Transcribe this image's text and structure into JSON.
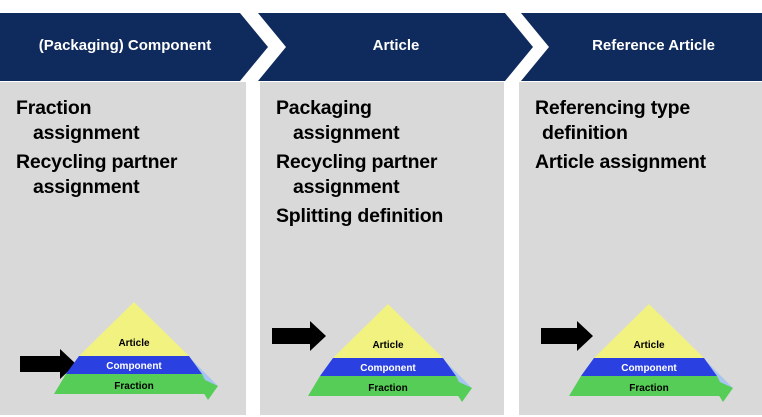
{
  "columns": [
    {
      "header": "(Packaging) Component",
      "items": [
        {
          "line1": "Fraction",
          "line2": "assignment"
        },
        {
          "line1": "Recycling partner",
          "line2": "assignment"
        }
      ]
    },
    {
      "header": "Article",
      "items": [
        {
          "line1": "Packaging",
          "line2": "assignment"
        },
        {
          "line1": "Recycling partner",
          "line2": "assignment"
        },
        {
          "line1": "Splitting definition",
          "line2": ""
        }
      ]
    },
    {
      "header": "Reference Article",
      "items": [
        {
          "line1": "Referencing type",
          "line2": "definition"
        },
        {
          "line1": "Article assignment",
          "line2": ""
        }
      ]
    }
  ],
  "pyramid": {
    "top_label": "Article",
    "middle_label": "Component",
    "bottom_label": "Fraction"
  },
  "colors": {
    "header": "#0f2a5c",
    "panel": "#d9d9d9",
    "pyramid_top": "#f2f280",
    "pyramid_middle": "#2a40e0",
    "pyramid_bottom": "#56cd56",
    "pyramid_side": "#a8c4f0",
    "arrow": "#000000"
  }
}
